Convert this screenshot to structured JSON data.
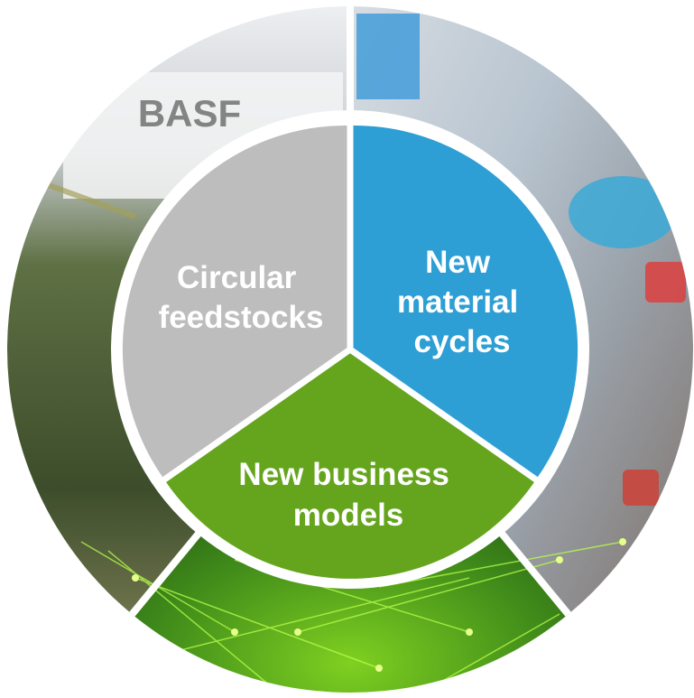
{
  "diagram": {
    "outer_ring_photo_text": "BASF",
    "segments": [
      {
        "id": "circular-feedstocks",
        "lines": [
          "Circular",
          "feedstocks"
        ],
        "color": "#bdbdbd",
        "text_color": "#ffffff"
      },
      {
        "id": "new-material-cycles",
        "lines": [
          "New",
          "material",
          "cycles"
        ],
        "color": "#2e9fd4",
        "text_color": "#ffffff"
      },
      {
        "id": "new-business-models",
        "lines": [
          "New business",
          "models"
        ],
        "color": "#65a51e",
        "text_color": "#ffffff"
      }
    ]
  }
}
